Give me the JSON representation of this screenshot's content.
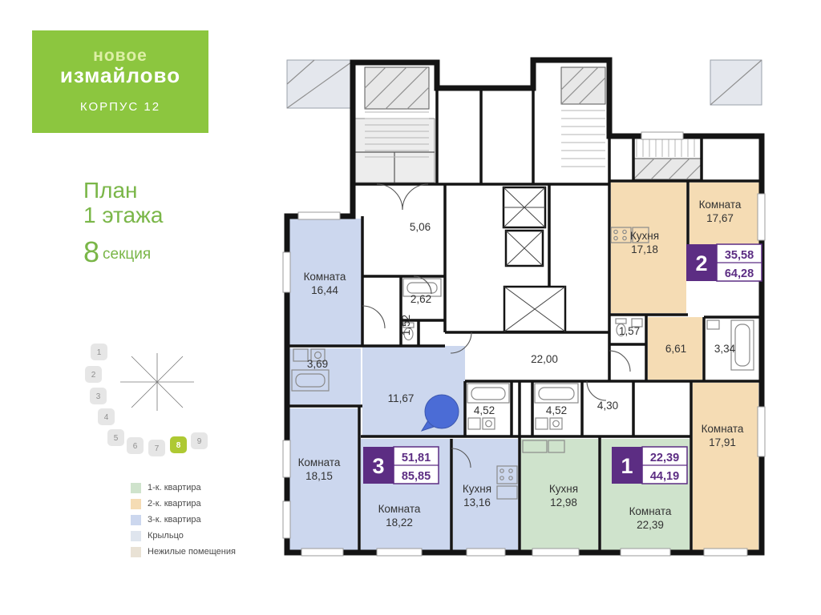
{
  "logo": {
    "brand_top": "новое",
    "brand_bottom": "измайлово",
    "korpus": "КОРПУС 12"
  },
  "plan_header": {
    "line1": "План",
    "line2": "1 этажа",
    "section_num": "8",
    "section_word": "секция"
  },
  "section_map": {
    "labels": [
      "1",
      "2",
      "3",
      "4",
      "5",
      "6",
      "7",
      "8",
      "9"
    ],
    "active": "8"
  },
  "legend": {
    "items": [
      {
        "label": "1-к. квартира",
        "color": "#cfe3cc"
      },
      {
        "label": "2-к. квартира",
        "color": "#f5dcb4"
      },
      {
        "label": "3-к. квартира",
        "color": "#ccd7ee"
      },
      {
        "label": "Крыльцо",
        "color": "#dfe5ee"
      },
      {
        "label": "Нежилые помещения",
        "color": "#e9e2d5"
      }
    ]
  },
  "apartments": {
    "apt3": {
      "number": "3",
      "area_living": "51,81",
      "area_total": "85,85"
    },
    "apt1": {
      "number": "1",
      "area_living": "22,39",
      "area_total": "44,19"
    },
    "apt2": {
      "number": "2",
      "area_living": "35,58",
      "area_total": "64,28"
    }
  },
  "rooms": {
    "b1": {
      "name": "Комната",
      "area": "16,44"
    },
    "b2": {
      "area": "3,69"
    },
    "b3": {
      "name": "Комната",
      "area": "18,15"
    },
    "b4": {
      "area": "11,67"
    },
    "b5": {
      "name": "Комната",
      "area": "18,22"
    },
    "b6": {
      "name": "Кухня",
      "area": "13,16"
    },
    "b7": {
      "area": "5,06"
    },
    "b8": {
      "area": "2,62"
    },
    "b9": {
      "area": "1,52"
    },
    "b10": {
      "area": "4,52"
    },
    "g1": {
      "area": "4,52"
    },
    "g2": {
      "area": "4,30"
    },
    "g3": {
      "name": "Кухня",
      "area": "12,98"
    },
    "g4": {
      "name": "Комната",
      "area": "22,39"
    },
    "t1": {
      "name": "Кухня",
      "area": "17,18"
    },
    "t2": {
      "name": "Комната",
      "area": "17,67"
    },
    "t3": {
      "area": "1,57"
    },
    "t4": {
      "area": "6,61"
    },
    "t5": {
      "area": "3,34"
    },
    "t6": {
      "name": "Комната",
      "area": "17,91"
    },
    "corridor": {
      "area": "22,00"
    }
  },
  "colors": {
    "brand_green": "#8cc63f",
    "title_green": "#7ab648",
    "purple": "#5c2d83",
    "pin_blue": "#4b6cd6",
    "fill_1room": "#cfe3cc",
    "fill_2room": "#f5dcb4",
    "fill_3room": "#ccd7ee"
  }
}
